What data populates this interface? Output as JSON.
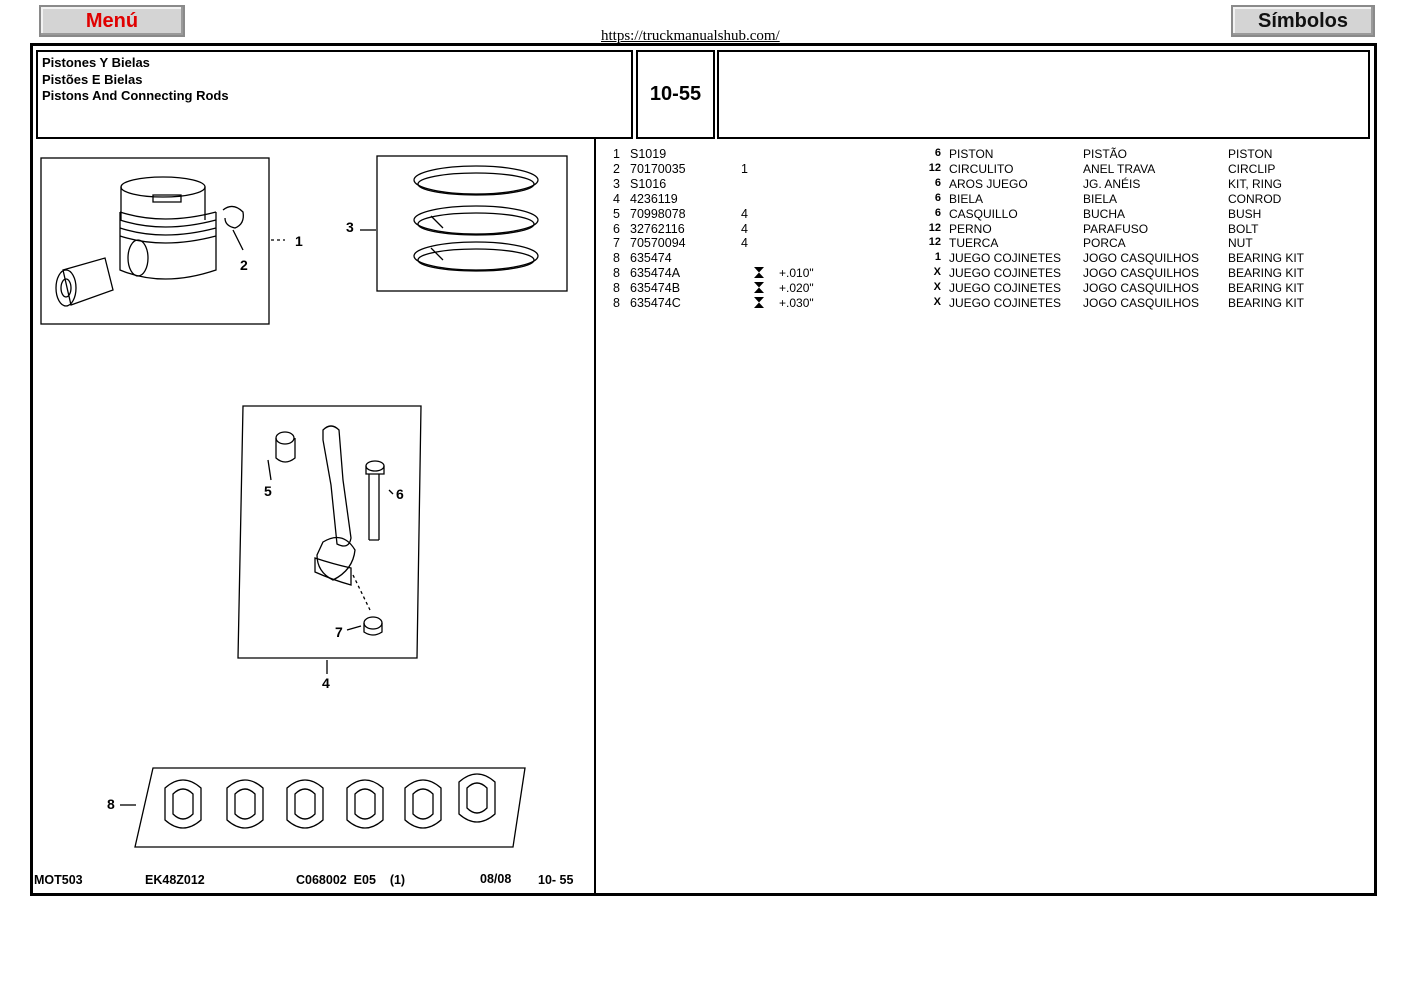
{
  "buttons": {
    "menu": "Menú",
    "simbolos": "Símbolos"
  },
  "source_url": "https://truckmanualshub.com/",
  "title": {
    "es": "Pistones Y Bielas",
    "pt": "Pistões E Bielas",
    "en": "Pistons And Connecting Rods"
  },
  "section_code": "10-55",
  "illustration": {
    "callouts": [
      "1",
      "2",
      "3",
      "4",
      "5",
      "6",
      "7",
      "8"
    ]
  },
  "parts": [
    {
      "num": "1",
      "part": "S1019",
      "ref": "",
      "var": "",
      "qty": "6",
      "es": "PISTON",
      "pt": "PISTÃO",
      "en": "PISTON"
    },
    {
      "num": "2",
      "part": "70170035",
      "ref": "1",
      "var": "",
      "qty": "12",
      "es": "CIRCULITO",
      "pt": "ANEL TRAVA",
      "en": "CIRCLIP"
    },
    {
      "num": "3",
      "part": "S1016",
      "ref": "",
      "var": "",
      "qty": "6",
      "es": "AROS JUEGO",
      "pt": "JG. ANÉIS",
      "en": "KIT, RING"
    },
    {
      "num": "4",
      "part": "4236119",
      "ref": "",
      "var": "",
      "qty": "6",
      "es": "BIELA",
      "pt": "BIELA",
      "en": "CONROD"
    },
    {
      "num": "5",
      "part": "70998078",
      "ref": "4",
      "var": "",
      "qty": "6",
      "es": "CASQUILLO",
      "pt": "BUCHA",
      "en": "BUSH"
    },
    {
      "num": "6",
      "part": "32762116",
      "ref": "4",
      "var": "",
      "qty": "12",
      "es": "PERNO",
      "pt": "PARAFUSO",
      "en": "BOLT"
    },
    {
      "num": "7",
      "part": "70570094",
      "ref": "4",
      "var": "",
      "qty": "12",
      "es": "TUERCA",
      "pt": "PORCA",
      "en": "NUT"
    },
    {
      "num": "8",
      "part": "635474",
      "ref": "",
      "var": "",
      "qty": "1",
      "es": "JUEGO COJINETES",
      "pt": "JOGO CASQUILHOS",
      "en": "BEARING KIT"
    },
    {
      "num": "8",
      "part": "635474A",
      "ref": "",
      "var": "+.010\"",
      "qty": "X",
      "es": "JUEGO COJINETES",
      "pt": "JOGO CASQUILHOS",
      "en": "BEARING KIT"
    },
    {
      "num": "8",
      "part": "635474B",
      "ref": "",
      "var": "+.020\"",
      "qty": "X",
      "es": "JUEGO COJINETES",
      "pt": "JOGO CASQUILHOS",
      "en": "BEARING KIT"
    },
    {
      "num": "8",
      "part": "635474C",
      "ref": "",
      "var": "+.030\"",
      "qty": "X",
      "es": "JUEGO COJINETES",
      "pt": "JOGO CASQUILHOS",
      "en": "BEARING KIT"
    }
  ],
  "undersize_symbol_icon": "hourglass-icon",
  "footer": {
    "model": "MOT503",
    "code": "EK48Z012",
    "catalog": "C068002  E05    (1)",
    "date": "08/08",
    "page": "10- 55"
  }
}
